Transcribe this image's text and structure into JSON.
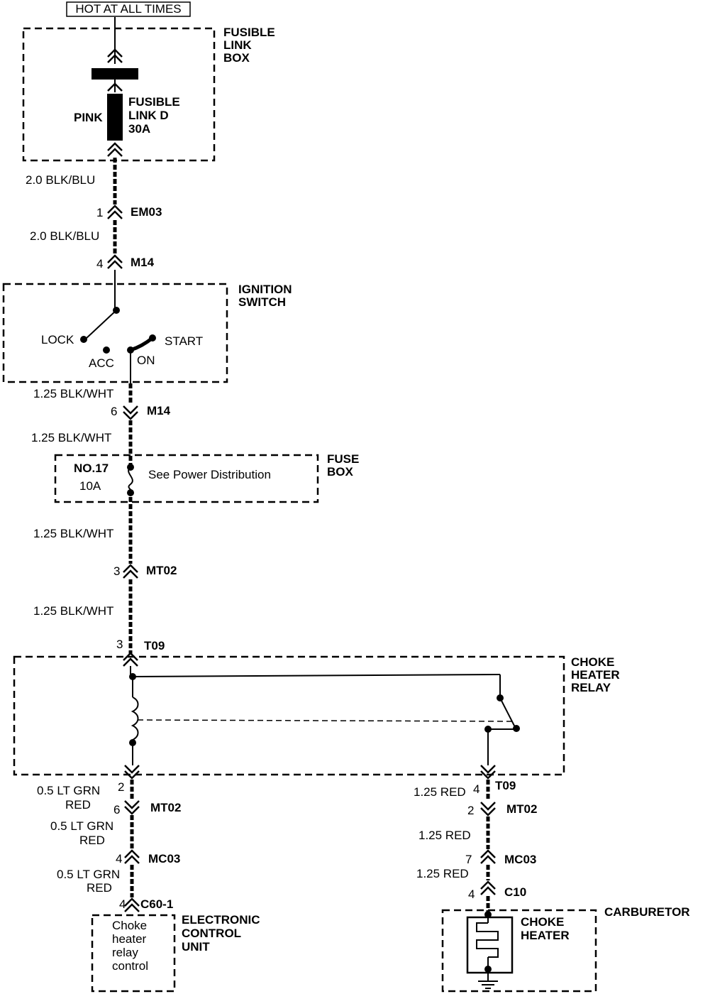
{
  "header": {
    "hot_label": "HOT AT ALL TIMES"
  },
  "fusible_link_box": {
    "title": [
      "FUSIBLE",
      "LINK",
      "BOX"
    ],
    "wire_color": "PINK",
    "fuse_label": [
      "FUSIBLE",
      "LINK D",
      "30A"
    ]
  },
  "wires": {
    "w1": "2.0 BLK/BLU",
    "w2": "2.0 BLK/BLU",
    "w3": "1.25 BLK/WHT",
    "w4": "1.25 BLK/WHT",
    "w5": "1.25 BLK/WHT",
    "w6": "1.25 BLK/WHT",
    "left_a": [
      "0.5 LT GRN",
      "RED"
    ],
    "left_b": [
      "0.5 LT GRN",
      "RED"
    ],
    "left_c": [
      "0.5 LT GRN",
      "RED"
    ],
    "right_a": "1.25 RED",
    "right_b": "1.25 RED",
    "right_c": "1.25 RED"
  },
  "connectors": {
    "em03": {
      "pin": "1",
      "name": "EM03"
    },
    "m14_a": {
      "pin": "4",
      "name": "M14"
    },
    "m14_b": {
      "pin": "6",
      "name": "M14"
    },
    "mt02_a": {
      "pin": "3",
      "name": "MT02"
    },
    "t09_a": {
      "pin": "3",
      "name": "T09"
    },
    "left_relay_pin": "2",
    "mt02_b": {
      "pin": "6",
      "name": "MT02"
    },
    "mc03_a": {
      "pin": "4",
      "name": "MC03"
    },
    "c60": {
      "pin": "4",
      "name": "C60-1"
    },
    "t09_b": {
      "pin": "4",
      "name": "T09"
    },
    "mt02_c": {
      "pin": "2",
      "name": "MT02"
    },
    "mc03_b": {
      "pin": "7",
      "name": "MC03"
    },
    "c10": {
      "pin": "4",
      "name": "C10"
    }
  },
  "ignition_switch": {
    "title": [
      "IGNITION",
      "SWITCH"
    ],
    "positions": {
      "lock": "LOCK",
      "acc": "ACC",
      "on": "ON",
      "start": "START"
    }
  },
  "fuse_box": {
    "title": [
      "FUSE",
      "BOX"
    ],
    "fuse_no": "NO.17",
    "fuse_rating": "10A",
    "note": "See Power Distribution"
  },
  "choke_heater_relay": {
    "title": [
      "CHOKE",
      "HEATER",
      "RELAY"
    ]
  },
  "ecu": {
    "title": [
      "ELECTRONIC",
      "CONTROL",
      "UNIT"
    ],
    "inner": [
      "Choke",
      "heater",
      "relay",
      "control"
    ]
  },
  "carburetor": {
    "title": "CARBURETOR",
    "inner": [
      "CHOKE",
      "HEATER"
    ]
  }
}
